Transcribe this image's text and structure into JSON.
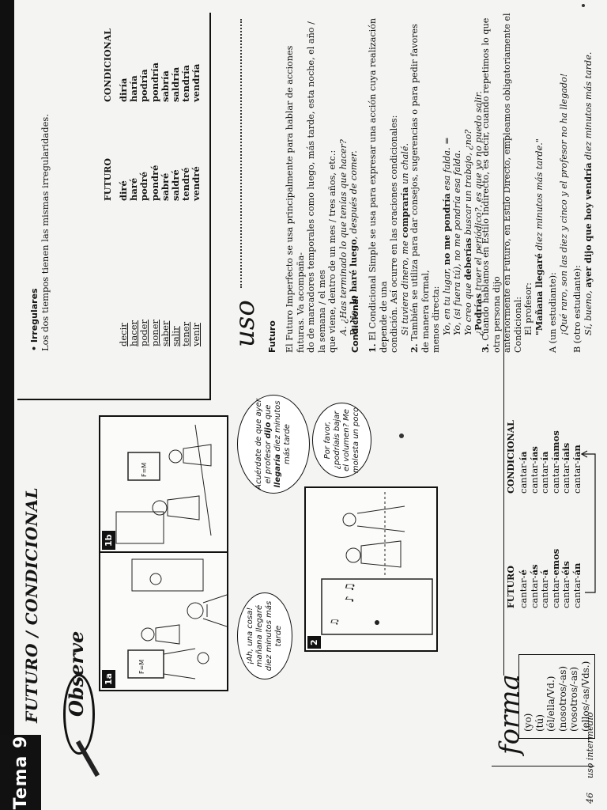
{
  "page": {
    "tema_label": "Tema 9",
    "title": "FUTURO / CONDICIONAL",
    "observe_label": "Observe",
    "page_number": "46",
    "book_name": "uso intermedio"
  },
  "illustrations": {
    "panel_1a": "1a",
    "panel_1b": "1b",
    "panel_2": "2",
    "bubble_1a": "¡Ah, una cosa! mañana llegaré diez minutos más tarde",
    "bubble_1b_pre": "Acuérdate de que ayer el profesor ",
    "bubble_1b_bold": "dijo",
    "bubble_1b_mid": " que ",
    "bubble_1b_bold2": "llegaría",
    "bubble_1b_post": " diez minutos más tarde",
    "bubble_2": "Por favor, ¿podríais bajar el volumen? Me molesta un poco"
  },
  "forma": {
    "title": "forma",
    "persons": [
      "(yo)",
      "(tú)",
      "(él/ella/Vd.)",
      "(nosotros/-as)",
      "(vosotros/-as)",
      "(ellos/-as/Vds.)"
    ],
    "futuro_header": "FUTURO",
    "condicional_header": "CONDICIONAL",
    "futuro_stem": [
      "cantar-",
      "cantar-",
      "cantar-",
      "cantar-",
      "cantar-",
      "cantar-"
    ],
    "futuro_endings": [
      "é",
      "ás",
      "á",
      "emos",
      "éis",
      "án"
    ],
    "cond_stem": [
      "cantar-",
      "cantar-",
      "cantar-",
      "cantar-",
      "cantar-",
      "cantar-"
    ],
    "cond_endings": [
      "ía",
      "ías",
      "ía",
      "íamos",
      "íais",
      "ían"
    ]
  },
  "irregulares": {
    "heading": "• Irregulares",
    "subtitle": "Los dos tiempos tienen las mismas irregularidades.",
    "futuro_header": "FUTURO",
    "condicional_header": "CONDICIONAL",
    "infinitives": [
      "decir",
      "hacer",
      "poder",
      "poner",
      "saber",
      "salir",
      "tener",
      "venir"
    ],
    "futuro": [
      "diré",
      "haré",
      "podré",
      "pondré",
      "sabré",
      "saldré",
      "tendré",
      "vendré"
    ],
    "condicional": [
      "diría",
      "haría",
      "podría",
      "pondría",
      "sabría",
      "saldría",
      "tendría",
      "vendría"
    ]
  },
  "uso": {
    "title": "uso",
    "futuro_heading": "Futuro",
    "futuro_p1": "El Futuro Imperfecto se usa principalmente para hablar de acciones futuras. Va acompaña-",
    "futuro_p2": "do de marcadores temporales como luego, más tarde, esta noche, el año / la semana / el mes",
    "futuro_p3": "que viene, dentro de un mes / tres años, etc.:",
    "futuro_exA": "A. ¿Has terminado lo que tenías que hacer?",
    "futuro_exB_pre": "B. No, ",
    "futuro_exB_bold": "lo haré luego",
    "futuro_exB_post": ", después de comer.",
    "condicional_heading": "Condicional",
    "c1_num": "1.",
    "c1_l1": " El Condicional Simple se usa para expresar una acción cuya realización depende de una",
    "c1_l2": "condición. Así ocurre en las oraciones condicionales:",
    "c1_ex_pre": "Si tuviera dinero, me ",
    "c1_ex_bold": "compraría",
    "c1_ex_post": " un chalé.",
    "c2_num": "2.",
    "c2_l1": " También se utiliza para dar consejos, sugerencias o para pedir favores de manera formal,",
    "c2_l2": "menos directa:",
    "c2_ex1_pre": "Yo, en tu lugar, ",
    "c2_ex1_bold": "no me pondría",
    "c2_ex1_post": " esa falda. =",
    "c2_ex2": "Yo, (si fuera tú), no me pondría esa falda.",
    "c2_ex3_pre": "Yo creo que ",
    "c2_ex3_bold": "deberías",
    "c2_ex3_post": " buscar un trabajo, ¿no?",
    "c2_ex4_pre": "¿",
    "c2_ex4_bold": "Podrías",
    "c2_ex4_post": " traer el periódico?, es que yo no puedo salir.",
    "c3_num": "3.",
    "c3_l1": " Cuando hablamos en Estilo Indirecto, es decir, cuando repetimos lo que otra persona dijo",
    "c3_l2": "anteriormente en Futuro, en Estilo Directo, empleamos obligatoriamente el Condicional:",
    "c3_prof": "El profesor:",
    "c3_prof_q_bold": "\"Mañana llegaré",
    "c3_prof_q_post": " diez minutos más tarde.\"",
    "c3_A": "A (un estudiante):",
    "c3_A_q": "¡Qué raro, son las diez y cinco y el profesor no ha llegado!",
    "c3_B": "B (otro estudiante):",
    "c3_B_pre": "Sí, bueno, ",
    "c3_B_bold": "ayer dijo que hoy vendría",
    "c3_B_post": " diez minutos más tarde."
  }
}
